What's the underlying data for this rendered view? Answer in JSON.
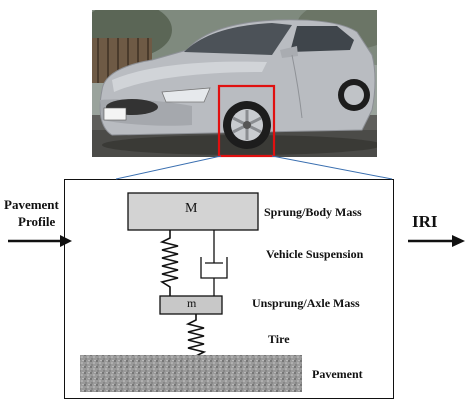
{
  "input_label_line1": "Pavement",
  "input_label_line2": "Profile",
  "output_label": "IRI",
  "body_mass_symbol": "M",
  "axle_mass_symbol": "m",
  "labels": {
    "sprung": "Sprung/Body Mass",
    "suspension": "Vehicle Suspension",
    "unsprung": "Unsprung/Axle Mass",
    "tire": "Tire",
    "pavement": "Pavement"
  },
  "colors": {
    "mass_fill": "#d3d3d3",
    "highlight_box": "#e01010",
    "callout_lines": "#3a6fb0",
    "car_body": "#b9bcc1",
    "stroke": "#111111"
  }
}
